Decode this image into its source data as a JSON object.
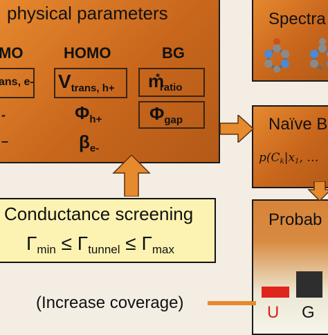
{
  "physical": {
    "title": "physical parameters",
    "headers": {
      "col1": "MO",
      "col2": "HOMO",
      "col3": "BG"
    },
    "col1": {
      "row1": "ans, e-",
      "row2": "-",
      "row3": "–"
    },
    "col2": {
      "v_main": "V",
      "v_sub": "trans, h+",
      "phi_main": "Φ",
      "phi_sub": "h+",
      "beta_main": "β",
      "beta_sub": "e-"
    },
    "col3": {
      "m_main": "m",
      "m_sup": "*",
      "m_sub": "ratio",
      "phi_main": "Φ",
      "phi_sub": "gap"
    }
  },
  "spectra": {
    "title": "Spectra"
  },
  "naive": {
    "title": "Naïve B",
    "formula": "p(C",
    "formula_k": "k",
    "formula_rest": "|x",
    "formula_1": "1",
    "formula_end": ", …"
  },
  "conductance": {
    "title": "Conductance screening",
    "g1": "Γ",
    "g1_sub": "min",
    "leq1": " ≤ ",
    "g2": "Γ",
    "g2_sub": "tunnel",
    "leq2": " ≤ ",
    "g3": "Γ",
    "g3_sub": "max"
  },
  "increase": "(Increase coverage)",
  "prob": {
    "title": "Probab",
    "labels": [
      "U",
      "G"
    ],
    "label_colors": [
      "#d42020",
      "#111111"
    ],
    "bar_colors": [
      "#e0241e",
      "#2e2e2e",
      "#22a52a"
    ]
  },
  "colors": {
    "orange": "#d4741f",
    "yellow_box": "#fcf3b2",
    "arrow": "#e68a2e"
  }
}
